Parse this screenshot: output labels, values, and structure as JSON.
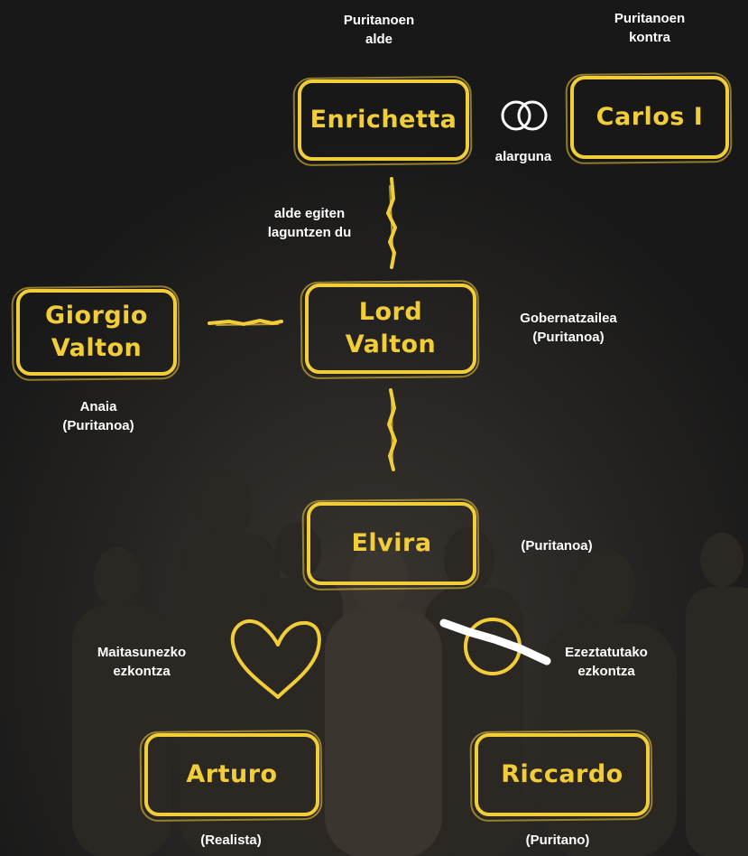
{
  "nodes": {
    "enrichetta": "Enrichetta",
    "carlos": "Carlos I",
    "giorgio": "Giorgio\nValton",
    "lord": "Lord\nValton",
    "elvira": "Elvira",
    "arturo": "Arturo",
    "riccardo": "Riccardo"
  },
  "labels": {
    "pro_puritans": "Puritanoen\nalde",
    "anti_puritans": "Puritanoen\nkontra",
    "widow": "alarguna",
    "helps_escape": "alde egiten\nlaguntzen du",
    "governor": "Gobernatzailea\n(Puritanoa)",
    "brother": "Anaia\n(Puritanoa)",
    "elvira_note": "(Puritanoa)",
    "love_marriage": "Maitasunezko\nezkontza",
    "cancelled_marriage": "Ezeztatutako\nezkontza",
    "royalist": "(Realista)",
    "puritan": "(Puritano)"
  },
  "colors": {
    "accent": "#f2cd3a",
    "text": "#ffffff",
    "background": "#181818"
  },
  "icons": {
    "rings": "wedding-rings-icon",
    "heart": "heart-icon",
    "broken_ring": "crossed-out-ring-icon"
  }
}
